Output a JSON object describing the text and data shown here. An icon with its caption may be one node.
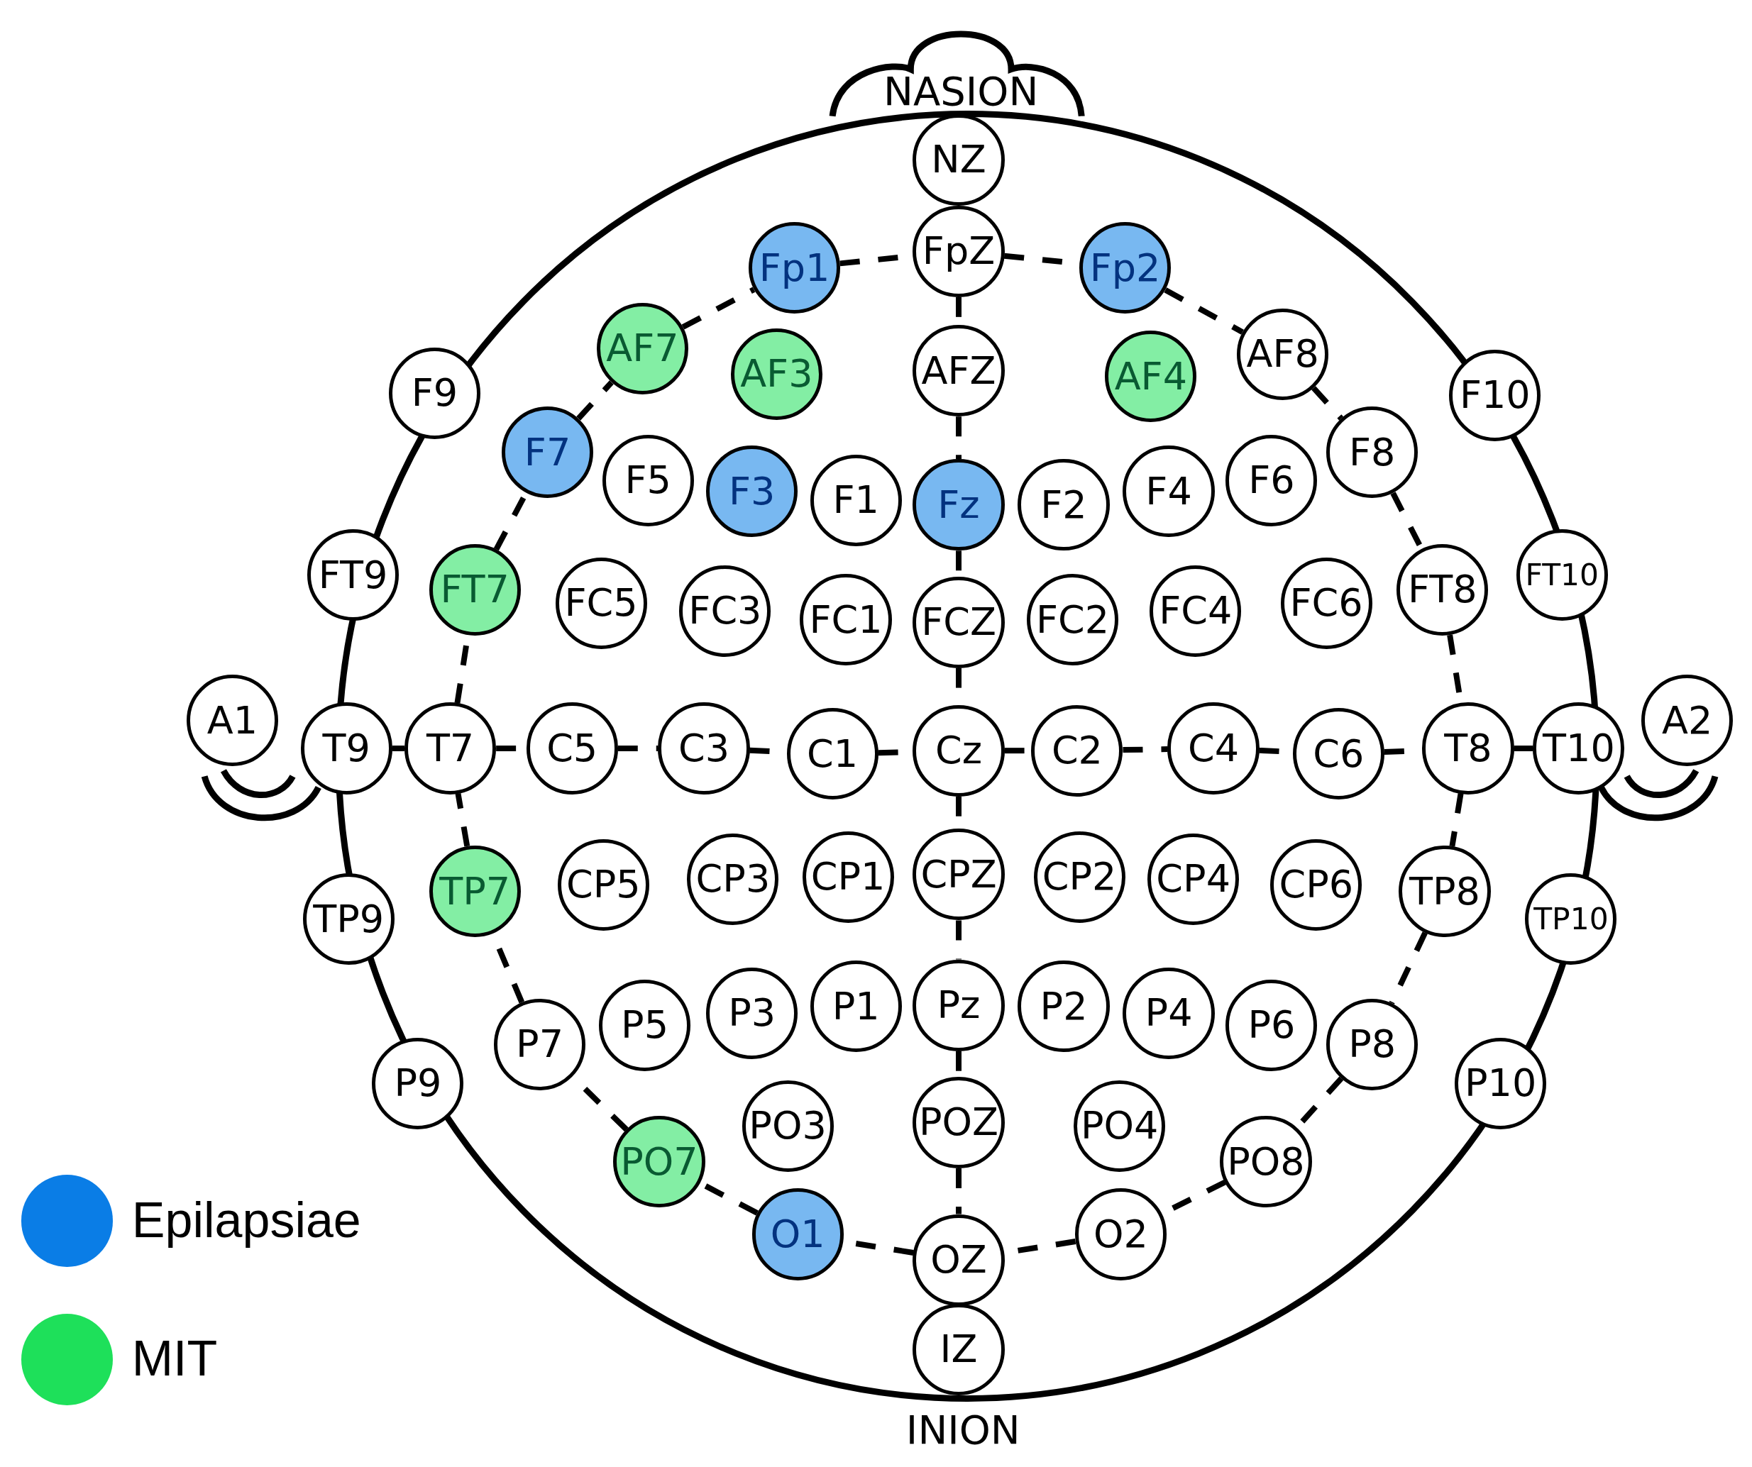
{
  "diagram": {
    "nodes": [
      {
        "text": [
          "NZ"
        ]
      },
      {
        "text": [
          "Fp1"
        ]
      },
      {
        "text": [
          "FpZ"
        ]
      },
      {
        "text": [
          "Fp2"
        ]
      },
      {
        "text": [
          "AF7"
        ]
      },
      {
        "text": [
          "AF3"
        ]
      },
      {
        "text": [
          "AFZ"
        ]
      },
      {
        "text": [
          "AF4"
        ]
      },
      {
        "text": [
          "AF8"
        ]
      },
      {
        "text": [
          "F9"
        ]
      },
      {
        "text": [
          "F10"
        ]
      },
      {
        "text": [
          "F7"
        ]
      },
      {
        "text": [
          "F5"
        ]
      },
      {
        "text": [
          "F3"
        ]
      },
      {
        "text": [
          "F1"
        ]
      },
      {
        "text": [
          "Fz"
        ]
      },
      {
        "text": [
          "F2"
        ]
      },
      {
        "text": [
          "F4"
        ]
      },
      {
        "text": [
          "F6"
        ]
      },
      {
        "text": [
          "F8"
        ]
      },
      {
        "text": [
          "FT9"
        ]
      },
      {
        "text": [
          "FT7"
        ]
      },
      {
        "text": [
          "FC5"
        ]
      },
      {
        "text": [
          "FC3"
        ]
      },
      {
        "text": [
          "FC1"
        ]
      },
      {
        "text": [
          "FCZ"
        ]
      },
      {
        "text": [
          "FC2"
        ]
      },
      {
        "text": [
          "FC4"
        ]
      },
      {
        "text": [
          "FC6"
        ]
      },
      {
        "text": [
          "FT8"
        ]
      },
      {
        "text": [
          "FT10"
        ]
      },
      {
        "text": [
          "A1"
        ]
      },
      {
        "text": [
          "T9"
        ]
      },
      {
        "text": [
          "T7"
        ]
      },
      {
        "text": [
          "C5"
        ]
      },
      {
        "text": [
          "C3"
        ]
      },
      {
        "text": [
          "C1"
        ]
      },
      {
        "text": [
          "Cz"
        ]
      },
      {
        "text": [
          "C2"
        ]
      },
      {
        "text": [
          "C4"
        ]
      },
      {
        "text": [
          "C6"
        ]
      },
      {
        "text": [
          "T8"
        ]
      },
      {
        "text": [
          "T10"
        ]
      },
      {
        "text": [
          "A2"
        ]
      },
      {
        "text": [
          "TP9"
        ]
      },
      {
        "text": [
          "TP7"
        ]
      },
      {
        "text": [
          "CP5"
        ]
      },
      {
        "text": [
          "CP3"
        ]
      },
      {
        "text": [
          "CP1"
        ]
      },
      {
        "text": [
          "CPZ"
        ]
      },
      {
        "text": [
          "CP2"
        ]
      },
      {
        "text": [
          "CP4"
        ]
      },
      {
        "text": [
          "CP6"
        ]
      },
      {
        "text": [
          "TP8"
        ]
      },
      {
        "text": [
          "TP10"
        ]
      },
      {
        "text": [
          "P7"
        ]
      },
      {
        "text": [
          "P5"
        ]
      },
      {
        "text": [
          "P3"
        ]
      },
      {
        "text": [
          "P1"
        ]
      },
      {
        "text": [
          "Pz"
        ]
      },
      {
        "text": [
          "P2"
        ]
      },
      {
        "text": [
          "P4"
        ]
      },
      {
        "text": [
          "P6"
        ]
      },
      {
        "text": [
          "P8"
        ]
      },
      {
        "text": [
          "P9"
        ]
      },
      {
        "text": [
          "P10"
        ]
      },
      {
        "text": [
          "PO7"
        ]
      },
      {
        "text": [
          "PO3"
        ]
      },
      {
        "text": [
          "POZ"
        ]
      },
      {
        "text": [
          "PO4"
        ]
      },
      {
        "text": [
          "PO8"
        ]
      },
      {
        "text": [
          "O1"
        ]
      },
      {
        "text": [
          "OZ"
        ]
      },
      {
        "text": [
          "O2"
        ]
      },
      {
        "text": [
          "IZ"
        ]
      }
    ],
    "edges": [
      {
        "from": 2,
        "to": 3,
        "arrow": "none",
        "style": "dashed"
      },
      {
        "from": 3,
        "to": 8,
        "arrow": "none",
        "style": "dashed"
      },
      {
        "from": 8,
        "to": 19,
        "arrow": "none",
        "style": "dashed"
      },
      {
        "from": 19,
        "to": 29,
        "arrow": "none",
        "style": "dashed"
      },
      {
        "from": 29,
        "to": 41,
        "arrow": "none",
        "style": "dashed"
      },
      {
        "from": 41,
        "to": 53,
        "arrow": "none",
        "style": "dashed"
      },
      {
        "from": 53,
        "to": 63,
        "arrow": "none",
        "style": "dashed"
      },
      {
        "from": 63,
        "to": 70,
        "arrow": "none",
        "style": "dashed"
      },
      {
        "from": 70,
        "to": 73,
        "arrow": "none",
        "style": "dashed"
      },
      {
        "from": 73,
        "to": 72,
        "arrow": "none",
        "style": "dashed"
      },
      {
        "from": 72,
        "to": 71,
        "arrow": "none",
        "style": "dashed"
      },
      {
        "from": 71,
        "to": 66,
        "arrow": "none",
        "style": "dashed"
      },
      {
        "from": 66,
        "to": 55,
        "arrow": "none",
        "style": "dashed"
      },
      {
        "from": 55,
        "to": 45,
        "arrow": "none",
        "style": "dashed"
      },
      {
        "from": 45,
        "to": 33,
        "arrow": "none",
        "style": "dashed"
      },
      {
        "from": 33,
        "to": 21,
        "arrow": "none",
        "style": "dashed"
      },
      {
        "from": 21,
        "to": 11,
        "arrow": "none",
        "style": "dashed"
      },
      {
        "from": 11,
        "to": 4,
        "arrow": "none",
        "style": "dashed"
      },
      {
        "from": 4,
        "to": 1,
        "arrow": "none",
        "style": "dashed"
      },
      {
        "from": 1,
        "to": 2,
        "arrow": "none",
        "style": "dashed"
      },
      {
        "from": 32,
        "to": 33,
        "arrow": "none",
        "style": "dashed"
      },
      {
        "from": 33,
        "to": 34,
        "arrow": "none",
        "style": "dashed"
      },
      {
        "from": 34,
        "to": 35,
        "arrow": "none",
        "style": "dashed"
      },
      {
        "from": 35,
        "to": 36,
        "arrow": "none",
        "style": "dashed"
      },
      {
        "from": 36,
        "to": 37,
        "arrow": "none",
        "style": "dashed"
      },
      {
        "from": 37,
        "to": 38,
        "arrow": "none",
        "style": "dashed"
      },
      {
        "from": 38,
        "to": 39,
        "arrow": "none",
        "style": "dashed"
      },
      {
        "from": 39,
        "to": 40,
        "arrow": "none",
        "style": "dashed"
      },
      {
        "from": 40,
        "to": 41,
        "arrow": "none",
        "style": "dashed"
      },
      {
        "from": 41,
        "to": 42,
        "arrow": "none",
        "style": "dashed"
      },
      {
        "from": 2,
        "to": 6,
        "arrow": "none",
        "style": "dashed"
      },
      {
        "from": 6,
        "to": 15,
        "arrow": "none",
        "style": "dashed"
      },
      {
        "from": 15,
        "to": 25,
        "arrow": "none",
        "style": "dashed"
      },
      {
        "from": 25,
        "to": 37,
        "arrow": "none",
        "style": "dashed"
      },
      {
        "from": 37,
        "to": 49,
        "arrow": "none",
        "style": "dashed"
      },
      {
        "from": 49,
        "to": 59,
        "arrow": "none",
        "style": "dashed"
      },
      {
        "from": 59,
        "to": 68,
        "arrow": "none",
        "style": "dashed"
      },
      {
        "from": 68,
        "to": 72,
        "arrow": "none",
        "style": "dashed"
      }
    ],
    "labels": [
      "NASION",
      "INION"
    ],
    "legend": [
      {
        "text": "Epilapsiae",
        "color": "#0a7de6"
      },
      {
        "text": "MIT",
        "color": "#1ee05a"
      }
    ]
  }
}
